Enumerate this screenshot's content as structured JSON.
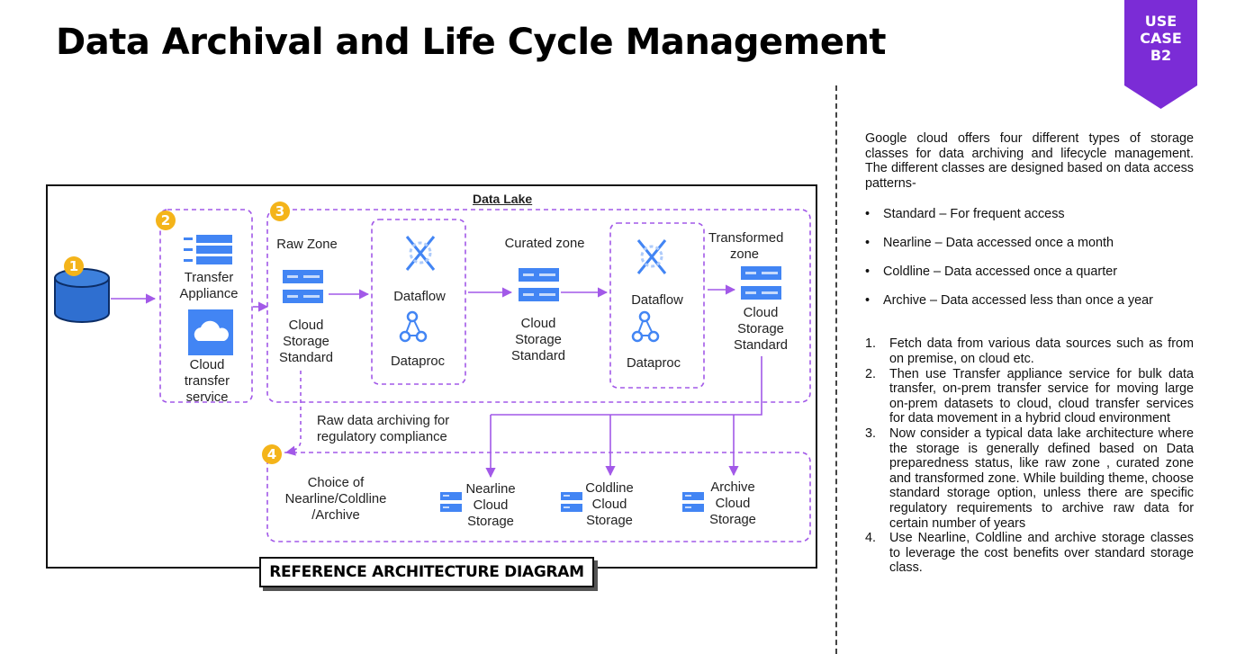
{
  "title": "Data Archival and Life Cycle Management",
  "badge": {
    "lines": [
      "USE",
      "CASE",
      "B2"
    ],
    "color": "#7b2cd6"
  },
  "colors": {
    "arrow": "#a259e8",
    "dash": "#a259e8",
    "db": "#2f6fd0",
    "accent": "#f4b41a"
  },
  "diagram": {
    "data_lake_label": "Data Lake",
    "step_numbers": [
      "1",
      "2",
      "3",
      "4"
    ],
    "transfer_appliance": "Transfer\nAppliance",
    "cloud_transfer": "Cloud\ntransfer\nservice",
    "raw_zone": "Raw Zone",
    "raw_storage": "Cloud\nStorage\nStandard",
    "dataflow_1": "Dataflow",
    "dataproc_1": "Dataproc",
    "curated_zone": "Curated zone",
    "curated_storage": "Cloud\nStorage\nStandard",
    "dataflow_2": "Dataflow",
    "dataproc_2": "Dataproc",
    "transformed_zone": "Transformed\nzone",
    "transformed_storage": "Cloud\nStorage\nStandard",
    "raw_archiving": "Raw data archiving for\nregulatory compliance",
    "choice": "Choice of\nNearline/Coldline\n/Archive",
    "nearline": "Nearline\nCloud\nStorage",
    "coldline": "Coldline\nCloud\nStorage",
    "archive": "Archive\nCloud\nStorage",
    "caption": "REFERENCE ARCHITECTURE DIAGRAM"
  },
  "right_panel": {
    "intro": "Google cloud offers four different types of storage classes for data archiving and lifecycle management. The different classes are designed based on data access patterns-",
    "storage_classes": [
      "Standard – For frequent access",
      "Nearline – Data accessed once a month",
      "Coldline – Data accessed once a quarter",
      "Archive – Data accessed less than once a year"
    ],
    "steps": [
      {
        "num": "1.",
        "text": "Fetch data from various data sources such as from on premise, on cloud etc."
      },
      {
        "num": "2.",
        "text": "Then use Transfer appliance service for bulk data transfer, on-prem transfer service for moving large on-prem datasets to cloud, cloud transfer services for data movement in a hybrid cloud environment"
      },
      {
        "num": "3.",
        "text": "Now consider a typical data lake architecture where the storage is generally defined based on Data preparedness status, like raw zone , curated zone and transformed zone. While building theme, choose standard storage option, unless there are specific regulatory requirements to archive raw data for certain number of years"
      },
      {
        "num": "4.",
        "text": "Use Nearline, Coldline and archive storage classes to leverage the cost benefits over standard storage class."
      }
    ]
  }
}
